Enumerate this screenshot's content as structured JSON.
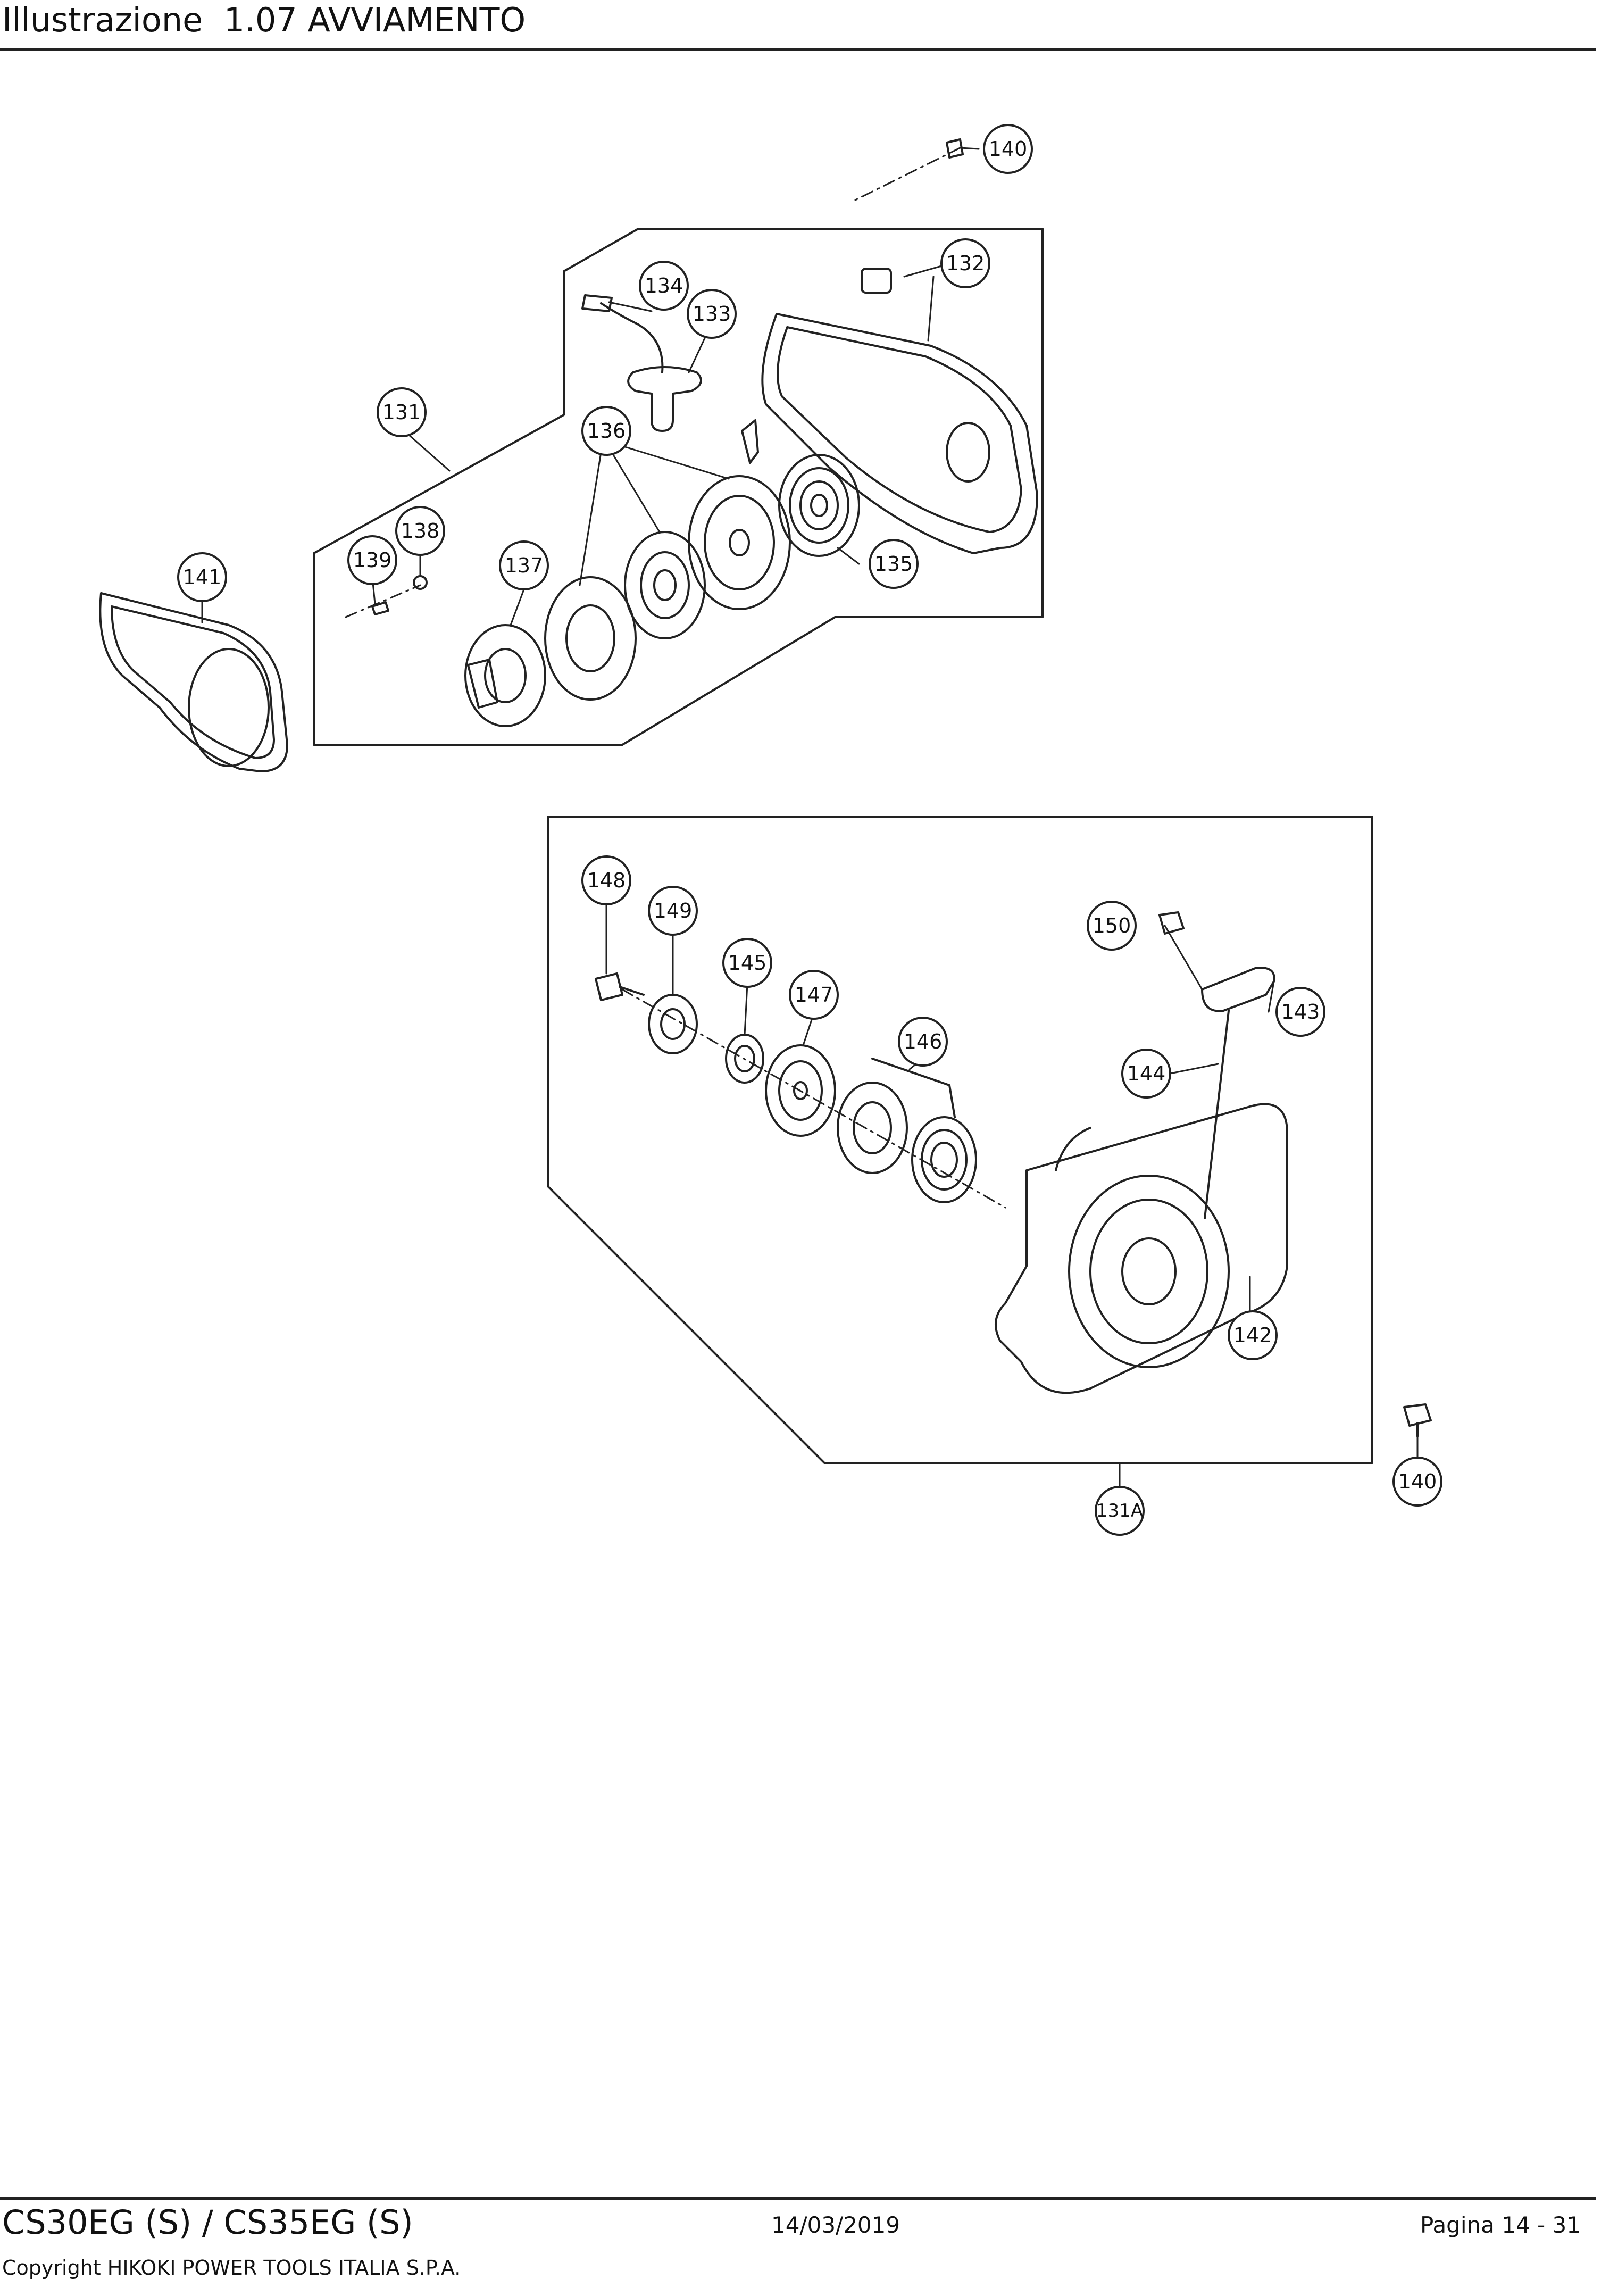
{
  "header": {
    "title_prefix": "Illustrazione",
    "title_number": "1.07",
    "title_name": "AVVIAMENTO"
  },
  "diagram": {
    "callouts": {
      "c131": "131",
      "c132": "132",
      "c133": "133",
      "c134": "134",
      "c135": "135",
      "c136": "136",
      "c137": "137",
      "c138": "138",
      "c139": "139",
      "c140a": "140",
      "c141": "141",
      "c131A": "131A",
      "c142": "142",
      "c143": "143",
      "c144": "144",
      "c145": "145",
      "c146": "146",
      "c147": "147",
      "c148": "148",
      "c149": "149",
      "c150": "150",
      "c140b": "140"
    }
  },
  "footer": {
    "model": "CS30EG (S) / CS35EG (S)",
    "date": "14/03/2019",
    "page_label": "Pagina",
    "page_current": "14",
    "page_total": "31",
    "copyright": "Copyright HIKOKI POWER TOOLS ITALIA S.P.A."
  }
}
